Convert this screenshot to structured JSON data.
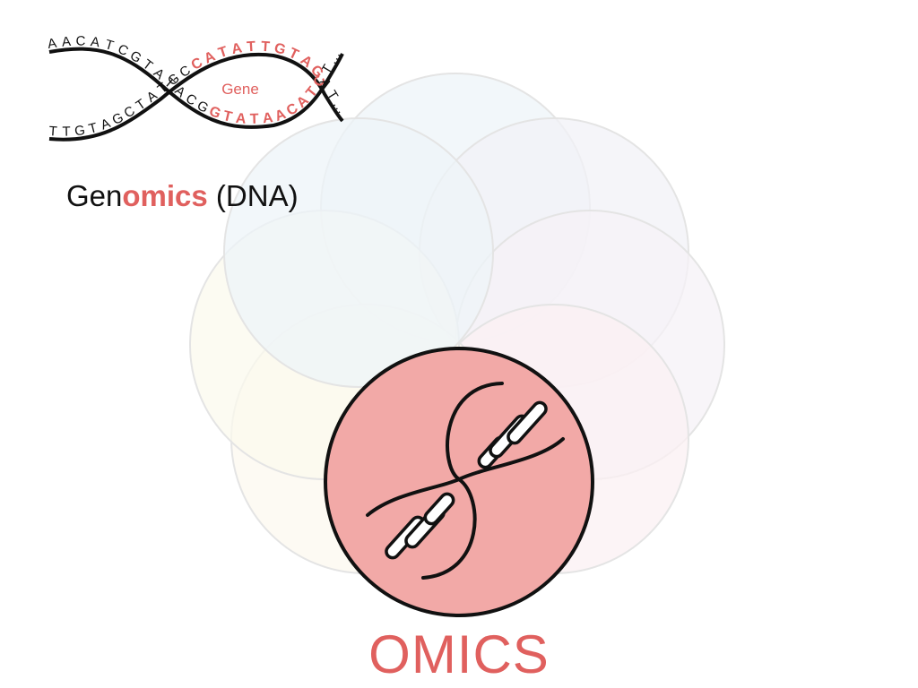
{
  "colors": {
    "accent": "#E0605E",
    "center_fill": "#F2A9A7",
    "ink": "#111111",
    "petal_fills": [
      "#EDF4F8",
      "#F2F2F7",
      "#F6F2F7",
      "#FBF0F3",
      "#FCF8EF",
      "#FBF9EE"
    ]
  },
  "dna_strip": {
    "gene_label": "Gene",
    "top_strand": {
      "plain": [
        "A",
        "A",
        "C",
        "A",
        "T",
        "C",
        "G",
        "T",
        "A",
        "T",
        "A",
        "C",
        "G"
      ],
      "gene": [
        "G",
        "T",
        "A",
        "T",
        "A",
        "A",
        "C",
        "A",
        "T",
        "C"
      ],
      "tail": [
        "T",
        "…"
      ]
    },
    "bottom_strand": {
      "plain": [
        "T",
        "T",
        "G",
        "T",
        "A",
        "G",
        "C",
        "T",
        "A",
        "T",
        "G",
        "C"
      ],
      "gene": [
        "C",
        "A",
        "T",
        "A",
        "T",
        "T",
        "G",
        "T",
        "A",
        "G"
      ],
      "tail": [
        "A",
        "T",
        "…"
      ]
    }
  },
  "caption": {
    "prefix": "Gen",
    "highlight": "omics",
    "suffix": " (DNA)"
  },
  "center": {
    "icon": "dna-double-helix-icon",
    "title": "OMICS"
  }
}
